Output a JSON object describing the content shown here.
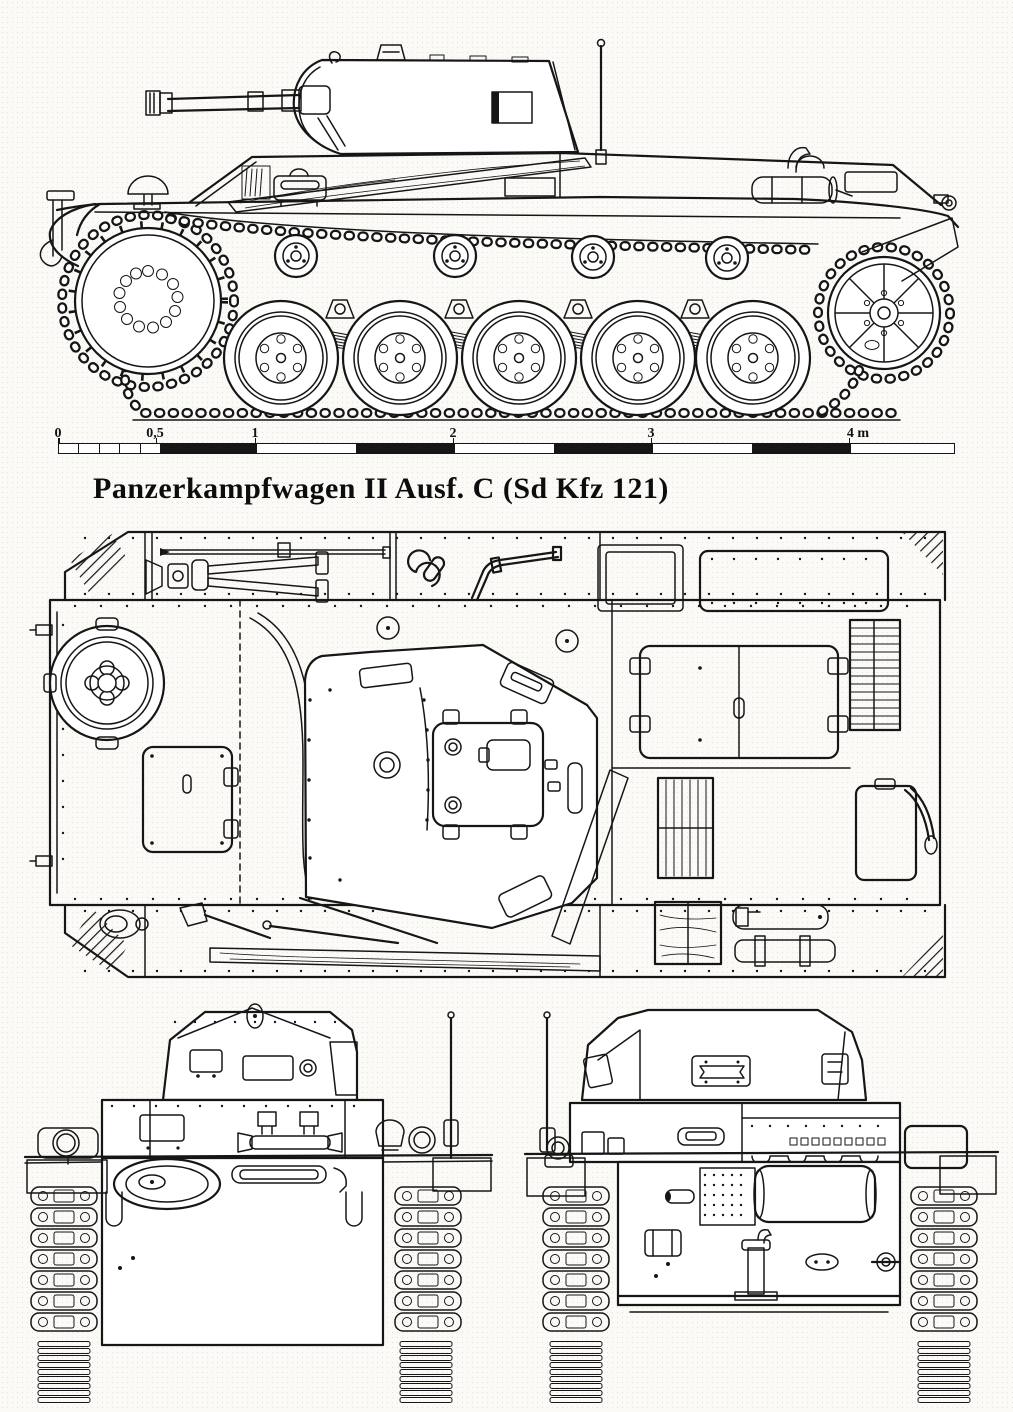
{
  "colors": {
    "ink": "#161616",
    "paper": "#fbfaf7"
  },
  "title": {
    "text": "Panzerkampfwagen II Ausf. C (Sd Kfz 121)"
  },
  "scale_bar": {
    "unit": "m",
    "tick_labels": [
      "0",
      "0,5",
      "1",
      "2",
      "3",
      "4 m"
    ],
    "tick_values_m": [
      0,
      0.5,
      1,
      2,
      3,
      4
    ],
    "subdivisions_first_half_meter": 5,
    "total_length_m": 4.5
  }
}
